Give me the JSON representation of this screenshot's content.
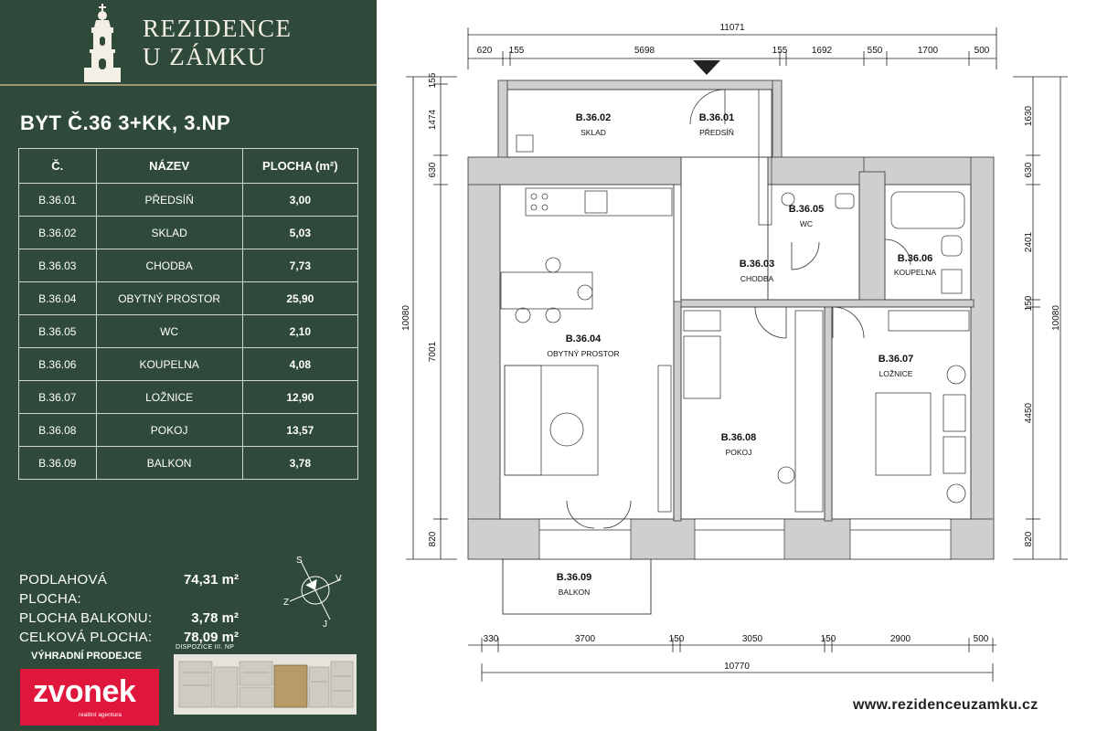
{
  "brand": {
    "line1": "REZIDENCE",
    "line2": "U ZÁMKU"
  },
  "apartment_title": "BYT Č.36 3+KK, 3.NP",
  "table": {
    "headers": [
      "Č.",
      "NÁZEV",
      "PLOCHA (m²)"
    ],
    "rows": [
      {
        "id": "B.36.01",
        "name": "PŘEDSÍŇ",
        "area": "3,00"
      },
      {
        "id": "B.36.02",
        "name": "SKLAD",
        "area": "5,03"
      },
      {
        "id": "B.36.03",
        "name": "CHODBA",
        "area": "7,73"
      },
      {
        "id": "B.36.04",
        "name": "OBYTNÝ PROSTOR",
        "area": "25,90"
      },
      {
        "id": "B.36.05",
        "name": "WC",
        "area": "2,10"
      },
      {
        "id": "B.36.06",
        "name": "KOUPELNA",
        "area": "4,08"
      },
      {
        "id": "B.36.07",
        "name": "LOŽNICE",
        "area": "12,90"
      },
      {
        "id": "B.36.08",
        "name": "POKOJ",
        "area": "13,57"
      },
      {
        "id": "B.36.09",
        "name": "BALKON",
        "area": "3,78"
      }
    ]
  },
  "summary": [
    {
      "label": "PODLAHOVÁ PLOCHA:",
      "value": "74,31 m²"
    },
    {
      "label": "PLOCHA BALKONU:",
      "value": "3,78 m²"
    },
    {
      "label": "CELKOVÁ PLOCHA:",
      "value": "78,09 m²"
    }
  ],
  "compass": {
    "n": "S",
    "e": "V",
    "s": "J",
    "w": "Z"
  },
  "exclusive_label": "VÝHRADNÍ PRODEJCE",
  "logo": {
    "name": "zvonek",
    "tagline": "realitní agentura",
    "color": "#e0173c"
  },
  "disposition_label": "DISPOZICE III. NP",
  "website": "www.rezidenceuzamku.cz",
  "plan": {
    "rooms": [
      {
        "id": "B.36.01",
        "name": "PŘEDSÍŇ"
      },
      {
        "id": "B.36.02",
        "name": "SKLAD"
      },
      {
        "id": "B.36.03",
        "name": "CHODBA"
      },
      {
        "id": "B.36.04",
        "name": "OBYTNÝ PROSTOR"
      },
      {
        "id": "B.36.05",
        "name": "WC"
      },
      {
        "id": "B.36.06",
        "name": "KOUPELNA"
      },
      {
        "id": "B.36.07",
        "name": "LOŽNICE"
      },
      {
        "id": "B.36.08",
        "name": "POKOJ"
      },
      {
        "id": "B.36.09",
        "name": "BALKON"
      }
    ],
    "dims_top_total": "11071",
    "dims_top": [
      "620",
      "155",
      "5698",
      "155",
      "1692",
      "550",
      "1700",
      "500"
    ],
    "dims_bottom_total": "10770",
    "dims_bottom": [
      "330",
      "3700",
      "150",
      "3050",
      "150",
      "2900",
      "500"
    ],
    "dims_left_total": "10080",
    "dims_left": [
      "155",
      "1474",
      "630",
      "7001",
      "820"
    ],
    "dims_right_total": "10080",
    "dims_right": [
      "1630",
      "630",
      "2401",
      "150",
      "4450",
      "820"
    ]
  },
  "colors": {
    "panel": "#2f4a3b",
    "accent": "#c9b98a",
    "wall": "#cfcfcf"
  }
}
